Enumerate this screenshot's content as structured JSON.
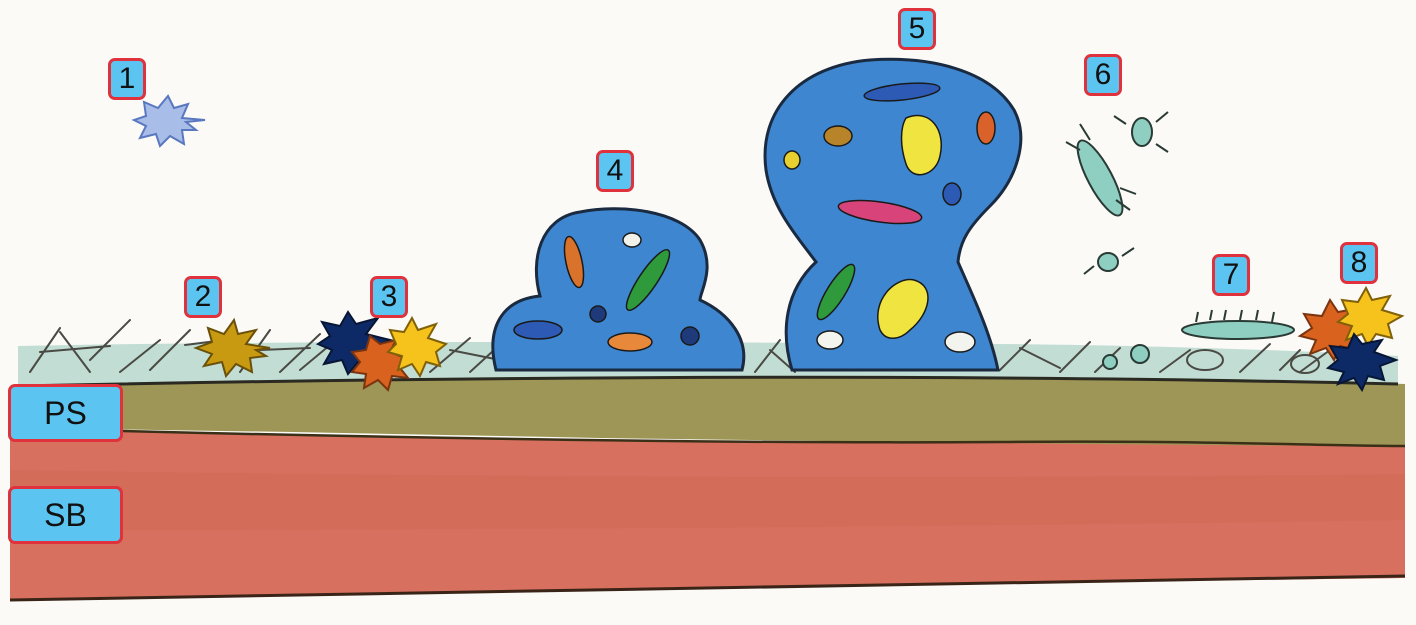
{
  "labels": {
    "n1": "1",
    "n2": "2",
    "n3": "3",
    "n4": "4",
    "n5": "5",
    "n6": "6",
    "n7": "7",
    "n8": "8",
    "ps": "PS",
    "sb": "SB"
  },
  "colors": {
    "label_fill": "#5bc4f0",
    "label_border": "#e0323c",
    "paper": "#fbfaf7",
    "pellicle_band": "#9e9656",
    "substrate_band": "#d7705e",
    "conditioning_film": "#c2ddd3",
    "biofilm_matrix": "#3e87d0",
    "planktonic_cell": "#8fcfc2",
    "signal_light_blue": "#a8bde8",
    "signal_gold": "#c89a12",
    "signal_navy": "#0e2a66",
    "signal_orange": "#d9621e",
    "signal_yellow": "#f5c31c"
  }
}
